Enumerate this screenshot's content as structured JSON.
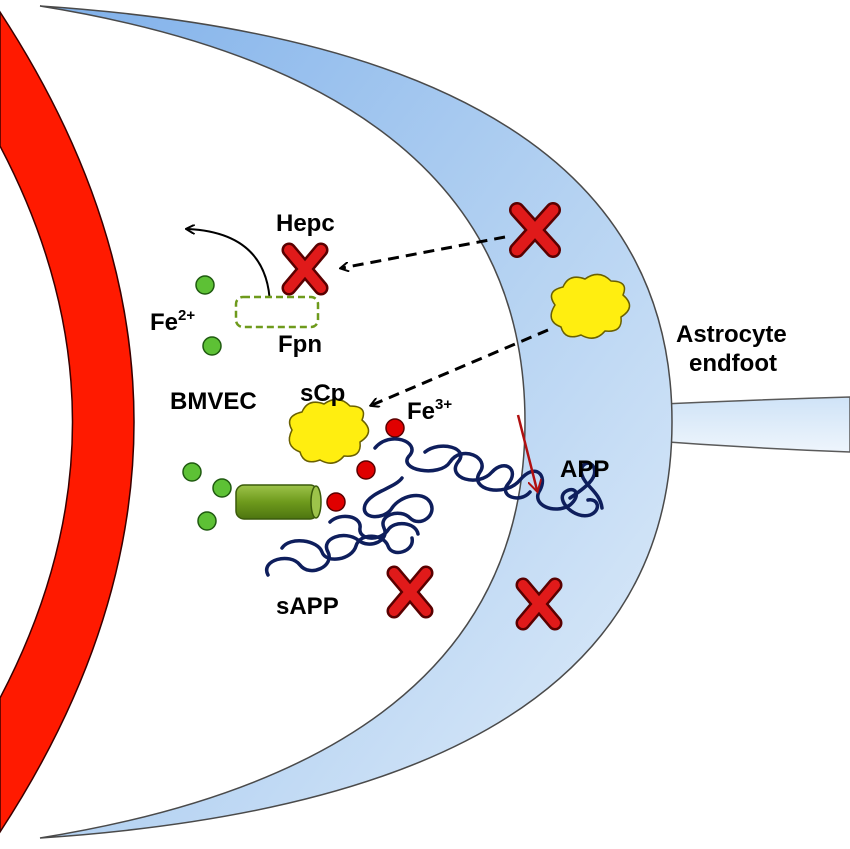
{
  "labels": {
    "hepc": "Hepc",
    "fe2": "Fe",
    "fe2_sup": "2+",
    "fpn": "Fpn",
    "bmvec": "BMVEC",
    "scp": "sCp",
    "fe3": "Fe",
    "fe3_sup": "3+",
    "app": "APP",
    "sapp": "sAPP",
    "astro_line1": "Astrocyte",
    "astro_line2": "endfoot"
  },
  "icons": [
    "x-mark-icon",
    "ceruloplasmin-blob-icon",
    "ferroportin-channel-icon",
    "iron-ion-icon",
    "app-protein-coil-icon"
  ],
  "colors": {
    "vessel": "#ff1a00",
    "astrocyte": "#a8c8ee",
    "fe2_ion": "#5dc135",
    "fe3_ion": "#e00000",
    "ceruloplasmin": "#ffee10",
    "ferroportin": "#6e9a1c",
    "app_strand": "#0e1e5c",
    "x_mark": "#e01a1a",
    "cleavage_arrow": "#b01010"
  }
}
